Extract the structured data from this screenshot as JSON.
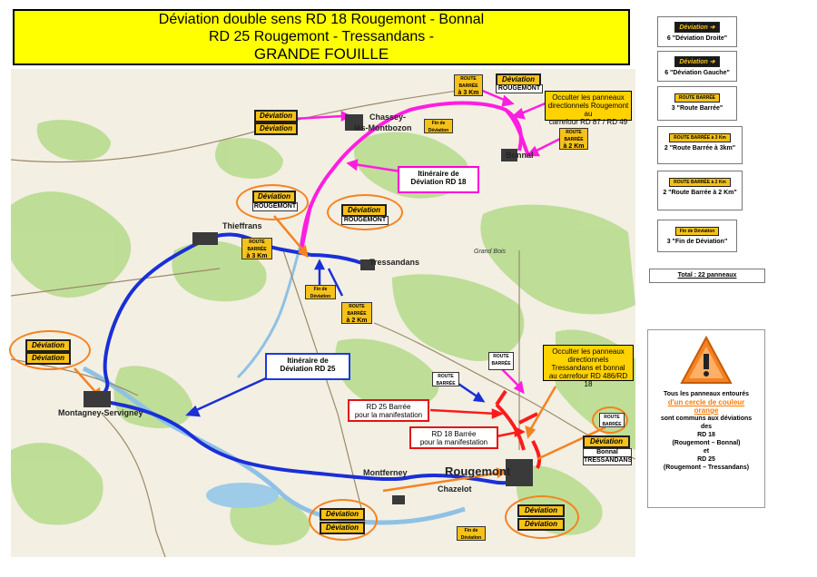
{
  "title": {
    "line1": "Déviation double sens RD 18 Rougemont - Bonnal",
    "line2": "RD 25 Rougemont - Tressandans -",
    "line3": "GRANDE FOUILLE"
  },
  "legend": {
    "items": [
      {
        "sign": "Déviation ➔",
        "caption": "6 \"Déviation Droite\""
      },
      {
        "sign": "Déviation ➔",
        "caption": "6 \"Déviation Gauche\""
      },
      {
        "sign": "ROUTE BARRÉE",
        "caption": "3 \"Route Barrée\""
      },
      {
        "sign": "ROUTE BARRÉE à 3 Km",
        "caption": "2 \"Route Barrée à 3km\""
      },
      {
        "sign": "ROUTE BARRÉE à 2 Km",
        "caption": "2 \"Route Barrée à 2 Km\""
      },
      {
        "sign": "Fin de Déviation",
        "caption": "3 \"Fin de Déviation\""
      }
    ],
    "total": "Total : 22 panneaux"
  },
  "info": {
    "line1": "Tous les panneaux entourés",
    "line2": "d'un cercle de couleur",
    "line3": "orange",
    "line4": "sont communs aux déviations",
    "line5": "des",
    "line6": "RD 18",
    "line7": "(Rougemont – Bonnal)",
    "line8": "et",
    "line9": "RD 25",
    "line10": "(Rougemont – Tressandans)"
  },
  "callouts": {
    "rd18_route": [
      "Itinéraire de",
      "Déviation RD 18"
    ],
    "rd25_route": [
      "Itinéraire de",
      "Déviation RD 25"
    ],
    "rd25_barree": [
      "RD 25 Barrée",
      "pour la manifestation"
    ],
    "rd18_barree": [
      "RD 18 Barrée",
      "pour la manifestation"
    ],
    "occulter_north": [
      "Occulter les panneaux",
      "directionnels Rougemont au",
      "carrefour RD 87 / RD 49"
    ],
    "occulter_south": [
      "Occulter les panneaux",
      "directionnels",
      "Tressandans et bonnal",
      "au carrefour RD 486/RD 18"
    ]
  },
  "signs": {
    "deviation": "Déviation",
    "rougemont": "ROUGEMONT",
    "route_barree": "ROUTE BARRÉE",
    "route_barree_short": "ROUTE BARRÉE",
    "a3km": "à 3 Km",
    "a2km": "à 2 Km",
    "fin_deviation": "Fin de Déviation",
    "bonnal": "Bonnal",
    "tressandans": "TRESSANDANS"
  },
  "places": {
    "chassey": "Chassey-",
    "chassey2": "lès-Montbozon",
    "bonnal": "Bonnal",
    "thieffrans": "Thieffrans",
    "tressandans": "Tressandans",
    "montagney": "Montagney-Servigney",
    "montferney": "Montferney",
    "rougemont": "Rougemont",
    "chazelot": "Chazelot",
    "grand_bois": "Grand Bois"
  },
  "colors": {
    "rd18": "#ff1ee0",
    "rd25": "#1a2fd6",
    "closed": "#ff1a1a",
    "ring": "#f58220",
    "title_bg": "#ffff00",
    "sign": "#f6c21a"
  }
}
